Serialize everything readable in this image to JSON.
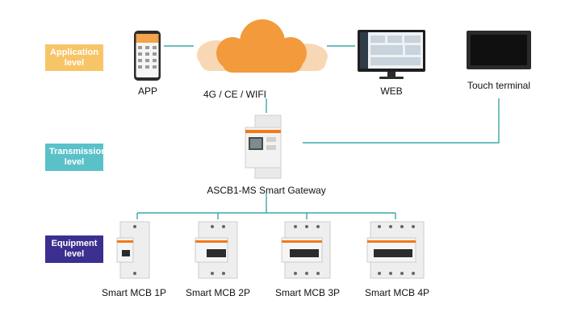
{
  "levels": {
    "application": {
      "label": "Application level",
      "color": "#f7c567"
    },
    "transmission": {
      "label": "Transmission level",
      "color": "#5bc1c9"
    },
    "equipment": {
      "label": "Equipment level",
      "color": "#3b2f8f"
    }
  },
  "nodes": {
    "app": "APP",
    "network": "4G / CE / WIFI",
    "web": "WEB",
    "touch": "Touch terminal",
    "gateway": "ASCB1-MS Smart Gateway",
    "mcb1": "Smart MCB 1P",
    "mcb2": "Smart MCB 2P",
    "mcb3": "Smart MCB 3P",
    "mcb4": "Smart MCB 4P"
  },
  "colors": {
    "line": "#3aa8a8",
    "cloud": "#f29a3c",
    "cloud_shadow": "#f7d7b4",
    "accent": "#f07a1a"
  }
}
